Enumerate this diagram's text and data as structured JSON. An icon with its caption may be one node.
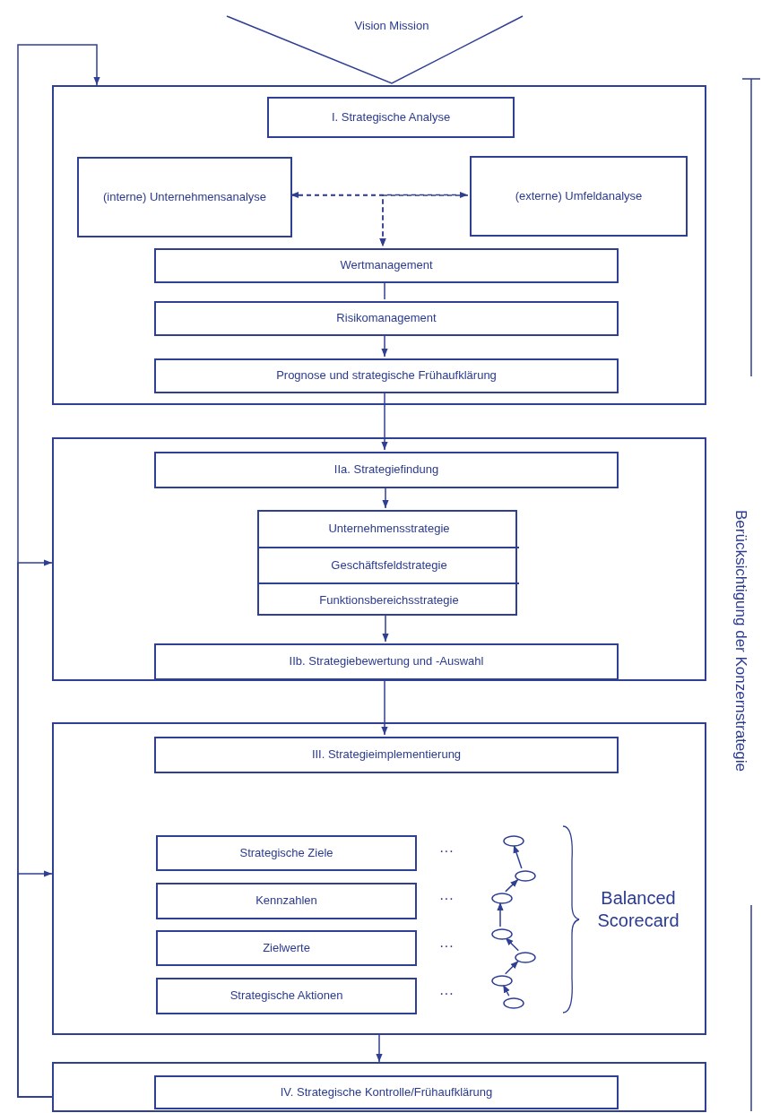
{
  "diagram": {
    "nodes": [
      {
        "text": [],
        "shape": "box"
      },
      {
        "text": [
          "I. Strategische Analyse"
        ],
        "in": 0
      },
      {
        "text": [
          "(interne) Unternehmensanalyse"
        ],
        "in": 0
      },
      {
        "text": [
          "(externe) Umfeldanalyse"
        ],
        "in": 0
      },
      {
        "text": [
          "Wertmanagement"
        ],
        "in": 0
      },
      {
        "text": [
          "Risikomanagement"
        ],
        "in": 0
      },
      {
        "text": [
          "Prognose und strategische Frühaufklärung"
        ],
        "in": 0
      },
      {
        "text": [],
        "shape": "box"
      },
      {
        "text": [
          "IIa. Strategiefindung"
        ],
        "in": 7
      },
      {
        "text": [],
        "shape": "box",
        "in": 7
      },
      {
        "text": [
          "Unternehmensstrategie"
        ],
        "in": 9
      },
      {
        "text": [
          "Geschäftsfeldstrategie"
        ],
        "in": 9
      },
      {
        "text": [
          "Funktionsbereichsstrategie"
        ],
        "in": 9
      },
      {
        "text": [
          "IIb. Strategiebewertung und -Auswahl"
        ],
        "in": 7
      },
      {
        "text": [],
        "shape": "box"
      },
      {
        "text": [
          "III. Strategieimplementierung"
        ],
        "in": 14
      },
      {
        "text": [
          "Strategische Ziele"
        ],
        "in": 14
      },
      {
        "text": [
          "Kennzahlen"
        ],
        "in": 14
      },
      {
        "text": [
          "Zielwerte"
        ],
        "in": 14
      },
      {
        "text": [
          "Strategische Aktionen"
        ],
        "in": 14
      },
      {
        "text": [],
        "shape": "ellipse",
        "in": 14
      },
      {
        "text": [],
        "shape": "ellipse",
        "in": 14
      },
      {
        "text": [],
        "shape": "ellipse",
        "in": 14
      },
      {
        "text": [],
        "shape": "ellipse",
        "in": 14
      },
      {
        "text": [],
        "shape": "ellipse",
        "in": 14
      },
      {
        "text": [],
        "shape": "ellipse",
        "in": 14
      },
      {
        "text": [],
        "shape": "ellipse",
        "in": 14
      },
      {
        "text": [],
        "shape": "box"
      },
      {
        "text": [
          "IV. Strategische Kontrolle/Frühaufklärung"
        ],
        "in": 27
      }
    ],
    "edges": [
      {
        "from": 2,
        "to": 3,
        "arrow": "both",
        "style": "dashed"
      },
      {
        "from": 2,
        "to": 4,
        "arrow": "to",
        "style": "dashed"
      },
      {
        "from": 3,
        "to": 4,
        "arrow": "to",
        "style": "dashed"
      },
      {
        "from": 4,
        "to": 5,
        "arrow": "none"
      },
      {
        "from": 5,
        "to": 6,
        "arrow": "to"
      },
      {
        "from": 6,
        "to": 8,
        "arrow": "to"
      },
      {
        "from": 8,
        "to": 9,
        "arrow": "to"
      },
      {
        "from": 9,
        "to": 13,
        "arrow": "to"
      },
      {
        "from": 13,
        "to": 15,
        "arrow": "to"
      },
      {
        "from": 14,
        "to": 27,
        "arrow": "to"
      },
      {
        "from": 27,
        "to": 0,
        "arrow": "to"
      },
      {
        "from": 27,
        "to": 7,
        "arrow": "to"
      },
      {
        "from": 27,
        "to": 14,
        "arrow": "to"
      },
      {
        "from": 26,
        "to": 25,
        "arrow": "to"
      },
      {
        "from": 25,
        "to": 24,
        "arrow": "to"
      },
      {
        "from": 24,
        "to": 23,
        "arrow": "to"
      },
      {
        "from": 23,
        "to": 22,
        "arrow": "to"
      },
      {
        "from": 22,
        "to": 21,
        "arrow": "to"
      },
      {
        "from": 21,
        "to": 20,
        "arrow": "to"
      }
    ],
    "labels": [
      "Vision Mission",
      "···",
      "···",
      "···",
      "···",
      "Balanced Scorecard",
      "Berücksichtigung der Konzernstrategie"
    ]
  }
}
